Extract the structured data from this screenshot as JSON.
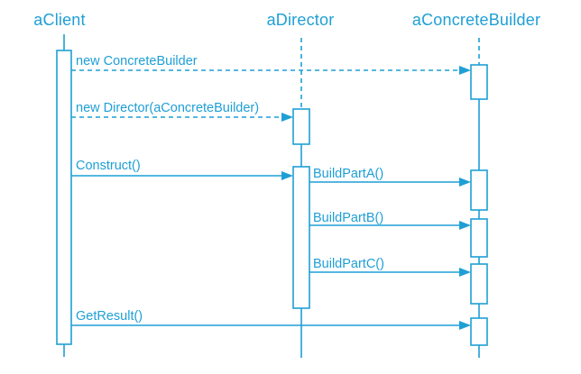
{
  "diagram": {
    "type": "uml-sequence",
    "accent_color": "#1E9FD6",
    "lifelines": [
      {
        "id": "aClient",
        "label": "aClient"
      },
      {
        "id": "aDirector",
        "label": "aDirector"
      },
      {
        "id": "aConcreteBuilder",
        "label": "aConcreteBuilder"
      }
    ],
    "messages": [
      {
        "label": "new ConcreteBuilder",
        "from": "aClient",
        "to": "aConcreteBuilder",
        "line": "dashed"
      },
      {
        "label": "new Director(aConcreteBuilder)",
        "from": "aClient",
        "to": "aDirector",
        "line": "dashed"
      },
      {
        "label": "Construct()",
        "from": "aClient",
        "to": "aDirector",
        "line": "solid"
      },
      {
        "label": "BuildPartA()",
        "from": "aDirector",
        "to": "aConcreteBuilder",
        "line": "solid"
      },
      {
        "label": "BuildPartB()",
        "from": "aDirector",
        "to": "aConcreteBuilder",
        "line": "solid"
      },
      {
        "label": "BuildPartC()",
        "from": "aDirector",
        "to": "aConcreteBuilder",
        "line": "solid"
      },
      {
        "label": "GetResult()",
        "from": "aClient",
        "to": "aConcreteBuilder",
        "line": "solid"
      }
    ]
  }
}
